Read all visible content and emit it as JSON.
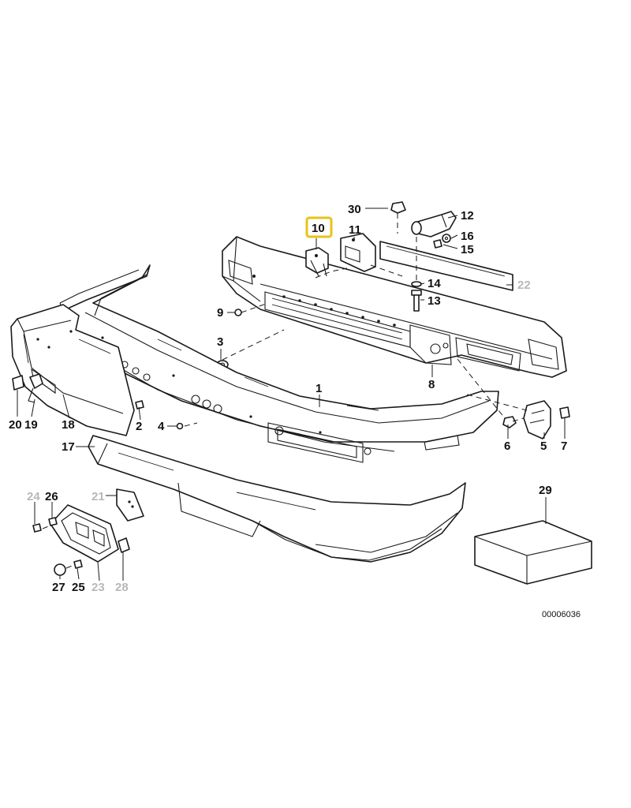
{
  "diagram": {
    "reference_code": "00006036",
    "highlight_color": "#e8c21c",
    "inactive_label_color": "#b8b8b8",
    "label_color": "#111111",
    "highlighted_part": "10",
    "parts": {
      "p1": "1",
      "p2": "2",
      "p3": "3",
      "p4": "4",
      "p5": "5",
      "p6": "6",
      "p7": "7",
      "p8": "8",
      "p9": "9",
      "p10": "10",
      "p11": "11",
      "p12": "12",
      "p13": "13",
      "p14": "14",
      "p15": "15",
      "p16": "16",
      "p17": "17",
      "p18": "18",
      "p19": "19",
      "p20": "20",
      "p21": "21",
      "p22": "22",
      "p23": "23",
      "p24": "24",
      "p25": "25",
      "p26": "26",
      "p27": "27",
      "p28": "28",
      "p29": "29",
      "p30": "30"
    },
    "inactive_parts": [
      "21",
      "22",
      "23",
      "24",
      "28"
    ]
  }
}
